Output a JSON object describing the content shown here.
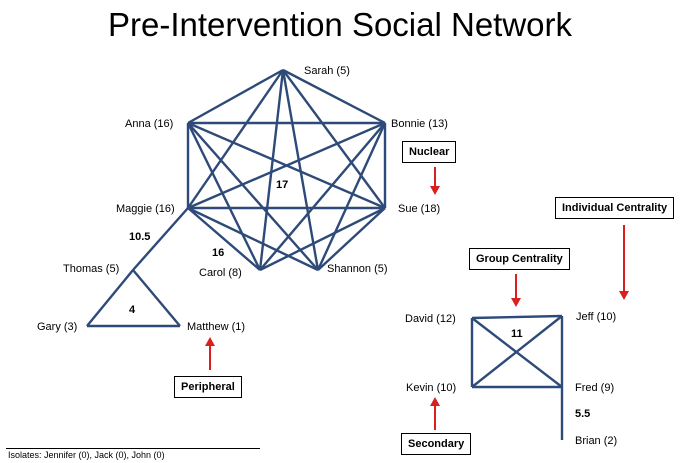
{
  "title": "Pre-Intervention Social Network",
  "colors": {
    "edge": "#2e4a78",
    "arrow": "#d82020"
  },
  "nodes": {
    "sarah": "Sarah (5)",
    "anna": "Anna (16)",
    "bonnie": "Bonnie (13)",
    "maggie": "Maggie (16)",
    "sue": "Sue (18)",
    "carol": "Carol (8)",
    "shannon": "Shannon (5)",
    "thomas": "Thomas (5)",
    "gary": "Gary (3)",
    "matthew": "Matthew (1)",
    "david": "David (12)",
    "jeff": "Jeff (10)",
    "kevin": "Kevin (10)",
    "fred": "Fred (9)",
    "brian": "Brian (2)"
  },
  "numbers": {
    "big_cluster": "17",
    "maggie_thomas": "10.5",
    "maggie_carol": "16",
    "triangle": "4",
    "right_cluster": "11",
    "fred_brian": "5.5"
  },
  "boxes": {
    "nuclear": "Nuclear",
    "individual_centrality": "Individual Centrality",
    "group_centrality": "Group Centrality",
    "peripheral": "Peripheral",
    "secondary": "Secondary"
  },
  "footer_cut": "Isolates: Jennifer (0), Jack (0), John (0)"
}
